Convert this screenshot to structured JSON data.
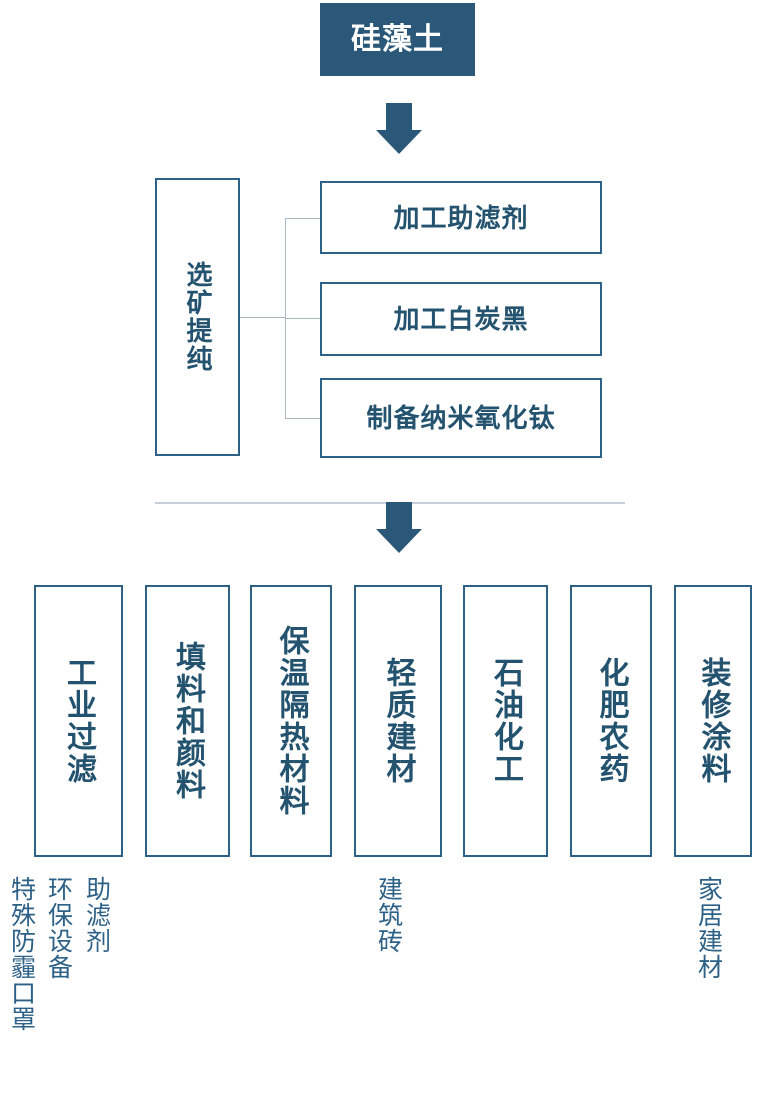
{
  "diagram": {
    "title": "硅藻土",
    "stage1": {
      "process_label": "选矿提纯",
      "products": [
        {
          "label": "加工助滤剂"
        },
        {
          "label": "加工白炭黑"
        },
        {
          "label": "制备纳米氧化钛"
        }
      ]
    },
    "stage2": {
      "applications": [
        {
          "label": "工业过滤"
        },
        {
          "label": "填料和颜料"
        },
        {
          "label": "保温隔热材料"
        },
        {
          "label": "轻质建材"
        },
        {
          "label": "石油化工"
        },
        {
          "label": "化肥农药"
        },
        {
          "label": "装修涂料"
        }
      ]
    },
    "stage3": {
      "captions": [
        {
          "label": "特殊防霾口罩"
        },
        {
          "label": "环保设备"
        },
        {
          "label": "助滤剂"
        },
        {
          "label": "建筑砖"
        },
        {
          "label": "家居建材"
        }
      ]
    },
    "colors": {
      "header_fill": "#2b5878",
      "header_text": "#ffffff",
      "box_border": "#2e6187",
      "box_text": "#24536f",
      "arrow_fill": "#2b5878",
      "connector_line": "#a9b9c6",
      "divider_line": "#c6cfd8",
      "caption_text": "#2e6187",
      "background": "#ffffff"
    }
  }
}
